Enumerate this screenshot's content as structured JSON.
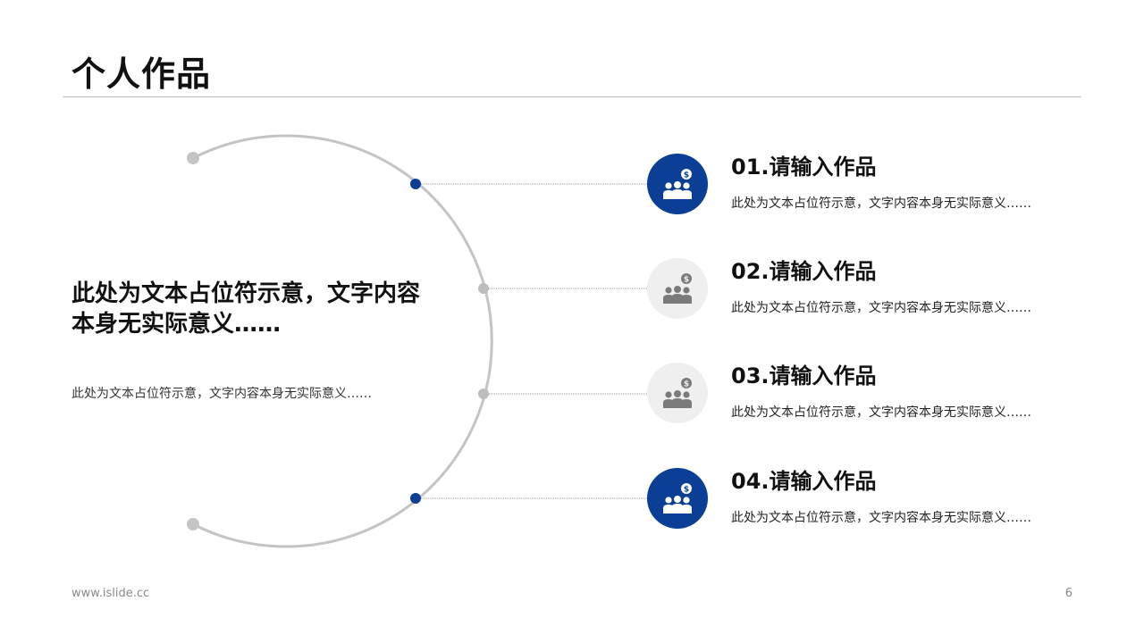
{
  "page": {
    "title": "个人作品",
    "headline": "此处为文本占位符示意，文字内容本身无实际意义……",
    "subtext": "此处为文本占位符示意，文字内容本身无实际意义……",
    "footer_url": "www.islide.cc",
    "page_number": "6"
  },
  "colors": {
    "accent": "#0b3f95",
    "inactive_icon_bg": "#efefef",
    "inactive_icon_fg": "#7a7a7a",
    "arc": "#c4c4c4"
  },
  "items": [
    {
      "title": "01.请输入作品",
      "desc": "此处为文本占位符示意，文字内容本身无实际意义……",
      "state": "active",
      "icon": "people-money-icon"
    },
    {
      "title": "02.请输入作品",
      "desc": "此处为文本占位符示意，文字内容本身无实际意义……",
      "state": "inactive",
      "icon": "people-money-icon"
    },
    {
      "title": "03.请输入作品",
      "desc": "此处为文本占位符示意，文字内容本身无实际意义……",
      "state": "inactive",
      "icon": "people-money-icon"
    },
    {
      "title": "04.请输入作品",
      "desc": "此处为文本占位符示意，文字内容本身无实际意义……",
      "state": "active",
      "icon": "people-money-icon"
    }
  ]
}
